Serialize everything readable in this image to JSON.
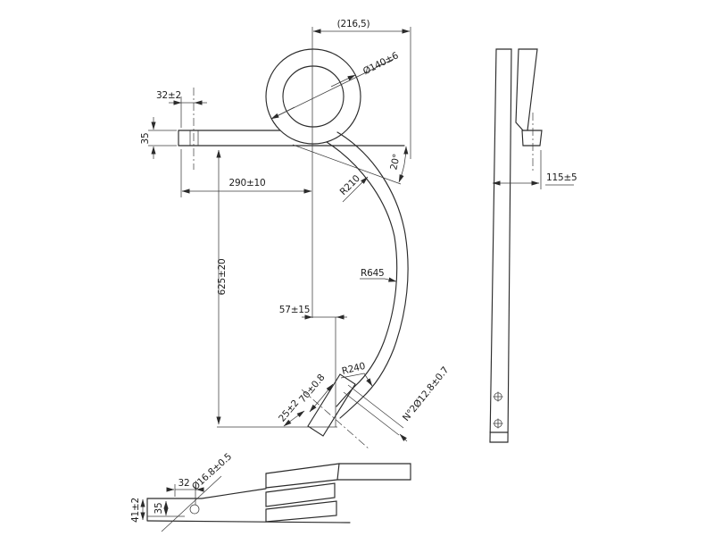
{
  "drawing": {
    "labels": {
      "overall_width": "(216,5)",
      "coil_diameter": "Ø140±6",
      "hole_offset": "32±2",
      "arm_thickness": "35",
      "arm_length": "290±10",
      "overall_height": "625±20",
      "tip_offset": "57±15",
      "exit_angle": "20°",
      "radius_upper": "R210",
      "radius_main": "R645",
      "radius_hook": "R240",
      "tip_length": "70±0.8",
      "tip_width": "25±2",
      "tip_holes": "N°2Ø12.8±0.7",
      "side_width": "115±5",
      "bottom_hole_offset": "32",
      "bottom_hole_diameter": "Ø16.8±0.5",
      "bottom_total_height": "41±2",
      "bottom_arm_height": "35"
    },
    "colors": {
      "line": "#2b2b2b",
      "dimension": "#3c3c3c",
      "background": "#ffffff"
    }
  }
}
